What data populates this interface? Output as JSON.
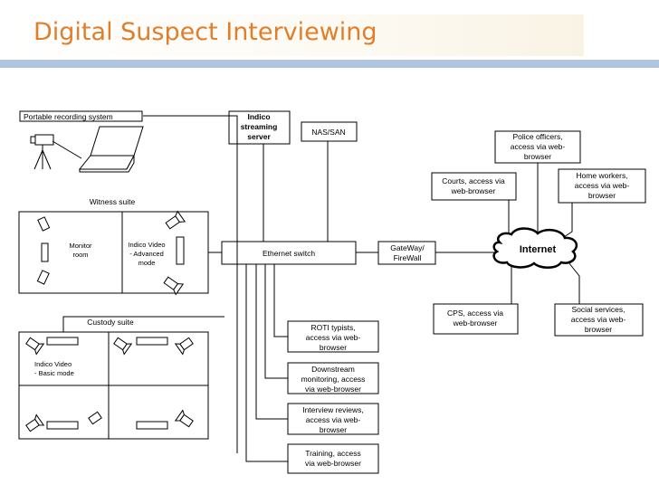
{
  "title": "Digital Suspect Interviewing",
  "colors": {
    "title": "#E07E2A",
    "bar": "#AFC5DD"
  },
  "diagram": {
    "portable": "Portable recording system",
    "indico_server": [
      "Indico",
      "streaming",
      "server"
    ],
    "nas": "NAS/SAN",
    "witness_suite": "Witness suite",
    "monitor_room": [
      "Monitor",
      "room"
    ],
    "advanced_mode": [
      "Indico Video",
      "- Advanced",
      "mode"
    ],
    "custody_suite": "Custody suite",
    "basic_mode": [
      "Indico Video",
      "- Basic mode"
    ],
    "ethernet": "Ethernet switch",
    "gateway": [
      "GateWay/",
      "FireWall"
    ],
    "internet": "Internet",
    "police": [
      "Police officers,",
      "access via web-",
      "browser"
    ],
    "courts": [
      "Courts, access via",
      "web-browser"
    ],
    "home": [
      "Home workers,",
      "access via web-",
      "browser"
    ],
    "cps": [
      "CPS, access via",
      "web-browser"
    ],
    "social": [
      "Social services,",
      "access via web-",
      "browser"
    ],
    "roti": [
      "ROTI typists,",
      "access via web-",
      "browser"
    ],
    "downstream": [
      "Downstream",
      "monitoring, access",
      "via web-browser"
    ],
    "reviews": [
      "Interview reviews,",
      "access via web-",
      "browser"
    ],
    "training": [
      "Training, access",
      "via web-browser"
    ]
  }
}
